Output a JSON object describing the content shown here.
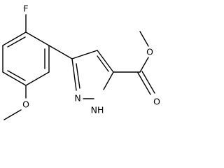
{
  "molecule": {
    "atoms": {
      "fluorine": "F",
      "methoxy_oxygen": "O",
      "ester_ether_oxygen": "O",
      "ester_carbonyl_oxygen": "O",
      "pyrazole_n2": "N",
      "pyrazole_n1h": "NH"
    }
  }
}
